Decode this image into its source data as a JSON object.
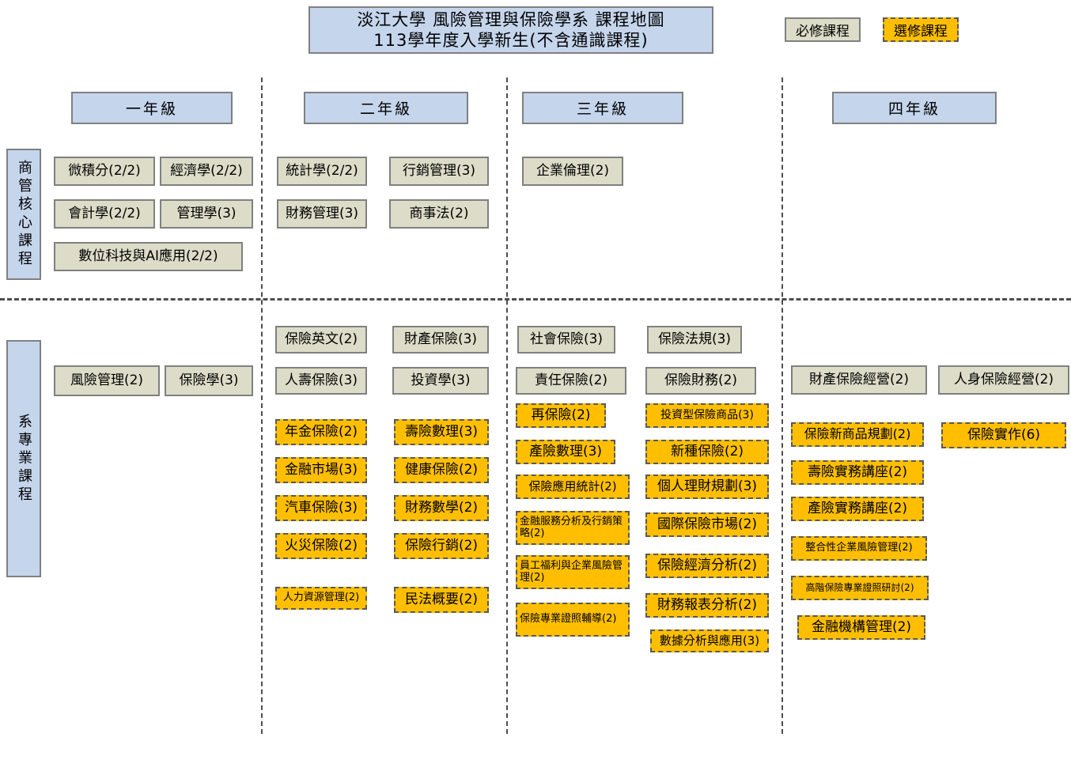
{
  "title": {
    "line1": "淡江大學  風險管理與保險學系  課程地圖",
    "line2": "113學年度入學新生(不含通識課程)"
  },
  "legend": {
    "required_label": "必修課程",
    "elective_label": "選修課程",
    "required_color": "#dcdcc8",
    "elective_color": "#ffbf00",
    "header_color": "#c5d5ec"
  },
  "years": [
    {
      "label": "一年級"
    },
    {
      "label": "二年級"
    },
    {
      "label": "三年級"
    },
    {
      "label": "四年級"
    }
  ],
  "rows": [
    {
      "label": "商管核心課程"
    },
    {
      "label": "系專業課程"
    }
  ],
  "core": {
    "year1": [
      {
        "name": "微積分(2/2)",
        "type": "required"
      },
      {
        "name": "經濟學(2/2)",
        "type": "required"
      },
      {
        "name": "會計學(2/2)",
        "type": "required"
      },
      {
        "name": "管理學(3)",
        "type": "required"
      },
      {
        "name": "數位科技與AI應用(2/2)",
        "type": "required"
      }
    ],
    "year2": [
      {
        "name": "統計學(2/2)",
        "type": "required"
      },
      {
        "name": "行銷管理(3)",
        "type": "required"
      },
      {
        "name": "財務管理(3)",
        "type": "required"
      },
      {
        "name": "商事法(2)",
        "type": "required"
      }
    ],
    "year3": [
      {
        "name": "企業倫理(2)",
        "type": "required"
      }
    ],
    "year4": []
  },
  "major": {
    "year1": [
      {
        "name": "風險管理(2)",
        "type": "required"
      },
      {
        "name": "保險學(3)",
        "type": "required"
      }
    ],
    "year2_col1": [
      {
        "name": "保險英文(2)",
        "type": "required"
      },
      {
        "name": "人壽保險(3)",
        "type": "required"
      },
      {
        "name": "年金保險(2)",
        "type": "elective"
      },
      {
        "name": "金融市場(3)",
        "type": "elective"
      },
      {
        "name": "汽車保險(3)",
        "type": "elective"
      },
      {
        "name": "火災保險(2)",
        "type": "elective"
      },
      {
        "name": "人力資源管理(2)",
        "type": "elective"
      }
    ],
    "year2_col2": [
      {
        "name": "財產保險(3)",
        "type": "required"
      },
      {
        "name": "投資學(3)",
        "type": "required"
      },
      {
        "name": "壽險數理(3)",
        "type": "elective"
      },
      {
        "name": "健康保險(2)",
        "type": "elective"
      },
      {
        "name": "財務數學(2)",
        "type": "elective"
      },
      {
        "name": "保險行銷(2)",
        "type": "elective"
      },
      {
        "name": "民法概要(2)",
        "type": "elective"
      }
    ],
    "year3_col1": [
      {
        "name": "社會保險(3)",
        "type": "required"
      },
      {
        "name": "責任保險(2)",
        "type": "required"
      },
      {
        "name": "再保險(2)",
        "type": "elective"
      },
      {
        "name": "產險數理(3)",
        "type": "elective"
      },
      {
        "name": "保險應用統計(2)",
        "type": "elective"
      },
      {
        "name": "金融服務分析及行銷策略(2)",
        "type": "elective"
      },
      {
        "name": "員工福利與企業風險管理(2)",
        "type": "elective"
      },
      {
        "name": "保險專業證照輔導(2)",
        "type": "elective"
      }
    ],
    "year3_col2": [
      {
        "name": "保險法規(3)",
        "type": "required"
      },
      {
        "name": "保險財務(2)",
        "type": "required"
      },
      {
        "name": "投資型保險商品(3)",
        "type": "elective"
      },
      {
        "name": "新種保險(2)",
        "type": "elective"
      },
      {
        "name": "個人理財規劃(3)",
        "type": "elective"
      },
      {
        "name": "國際保險市場(2)",
        "type": "elective"
      },
      {
        "name": "保險經濟分析(2)",
        "type": "elective"
      },
      {
        "name": "財務報表分析(2)",
        "type": "elective"
      },
      {
        "name": "數據分析與應用(3)",
        "type": "elective"
      }
    ],
    "year4_col1": [
      {
        "name": "財產保險經營(2)",
        "type": "required"
      },
      {
        "name": "保險新商品規劃(2)",
        "type": "elective"
      },
      {
        "name": "壽險實務講座(2)",
        "type": "elective"
      },
      {
        "name": "產險實務講座(2)",
        "type": "elective"
      },
      {
        "name": "整合性企業風險管理(2)",
        "type": "elective"
      },
      {
        "name": "高階保險專業證照研討(2)",
        "type": "elective"
      },
      {
        "name": "金融機構管理(2)",
        "type": "elective"
      }
    ],
    "year4_col2": [
      {
        "name": "人身保險經營(2)",
        "type": "required"
      },
      {
        "name": "保險實作(6)",
        "type": "elective"
      }
    ]
  }
}
